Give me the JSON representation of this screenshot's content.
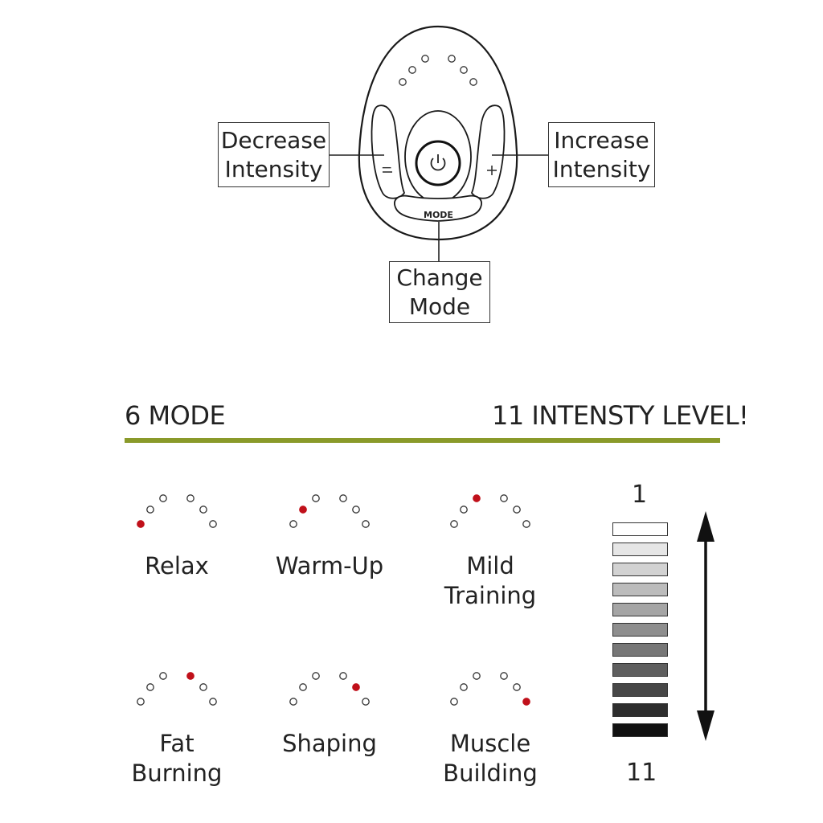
{
  "device": {
    "mode_button_label": "MODE",
    "minus_symbol": "−",
    "plus_symbol": "+",
    "power_icon": "power-icon"
  },
  "callouts": {
    "decrease": [
      "Decrease",
      "Intensity"
    ],
    "increase": [
      "Increase",
      "Intensity"
    ],
    "change_mode": [
      "Change",
      "Mode"
    ]
  },
  "headings": {
    "modes": "6 MODE",
    "levels": "11 INTENSTY LEVEL!"
  },
  "colors": {
    "accent_rule": "#8a9a2a",
    "indicator_active": "#c0101a"
  },
  "modes": [
    {
      "label_lines": [
        "Relax"
      ],
      "active_led": 1
    },
    {
      "label_lines": [
        "Warm-Up"
      ],
      "active_led": 2
    },
    {
      "label_lines": [
        "Mild",
        "Training"
      ],
      "active_led": 3
    },
    {
      "label_lines": [
        "Fat",
        "Burning"
      ],
      "active_led": 4
    },
    {
      "label_lines": [
        "Shaping"
      ],
      "active_led": 5
    },
    {
      "label_lines": [
        "Muscle",
        "Building"
      ],
      "active_led": 6
    }
  ],
  "intensity": {
    "min_label": "1",
    "max_label": "11",
    "levels": 11,
    "bar_shades": [
      "#ffffff",
      "#e6e6e6",
      "#d2d2d2",
      "#bcbcbc",
      "#a5a5a5",
      "#8e8e8e",
      "#777777",
      "#5f5f5f",
      "#474747",
      "#2e2e2e",
      "#111111"
    ]
  }
}
